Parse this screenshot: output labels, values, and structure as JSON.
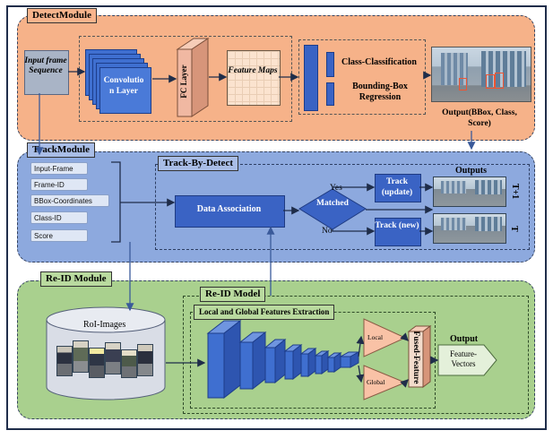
{
  "detect": {
    "tag": "DetectModule",
    "input_label": "Input frame Sequence",
    "conv_label": "Convolution Layer",
    "fc_label": "FC Layer",
    "feature_maps_label": "Feature Maps",
    "class_label": "Class-Classification",
    "bbox_label": "Bounding-Box Regression",
    "output_label": "Output(BBox, Class, Score)"
  },
  "track": {
    "tag": "TrackModule",
    "fields": [
      "Input-Frame",
      "Frame-ID",
      "BBox-Coordinates",
      "Class-ID",
      "Score"
    ],
    "tbd_label": "Track-By-Detect",
    "data_assoc_label": "Data Association",
    "matched_label": "Matched",
    "yes_label": "Yes",
    "no_label": "No",
    "track_update_label": "Track (update)",
    "track_new_label": "Track (new)",
    "outputs_label": "Outputs",
    "t1_label": "T+1",
    "t_label": "T"
  },
  "reid": {
    "tag": "Re-ID Module",
    "roi_label": "RoI-Images",
    "model_label": "Re-ID Model",
    "lgfe_label": "Local and Global Features Extraction",
    "local_label": "Local",
    "global_label": "Global",
    "fused_label": "Fused-Feature",
    "output_label": "Output",
    "feature_vectors_label": "Feature-Vectors"
  },
  "colors": {
    "detect_bg": "#f6b289",
    "track_bg": "#8da9de",
    "reid_bg": "#a9d08e",
    "conv_blue": "#3f6fd0",
    "box_blue": "#3a63c4",
    "fc_salmon": "#f0b8a2",
    "triangle": "#f9c2a6"
  }
}
